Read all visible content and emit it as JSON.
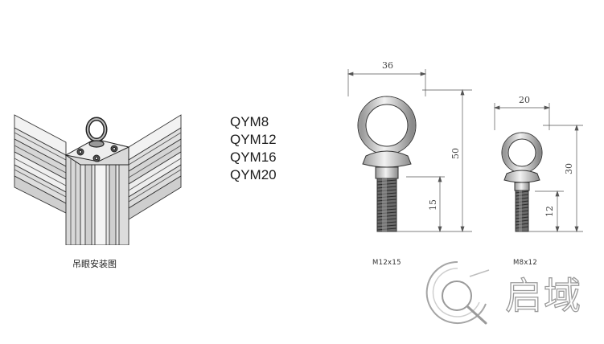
{
  "models": [
    "QYM8",
    "QYM12",
    "QYM16",
    "QYM20"
  ],
  "install_caption": "吊眼安装图",
  "large_bolt": {
    "width_dim": "36",
    "height_dim": "50",
    "thread_dim": "15",
    "spec": "M12x15"
  },
  "small_bolt": {
    "width_dim": "20",
    "height_dim": "30",
    "thread_dim": "12",
    "spec": "M8x12"
  },
  "brand": {
    "name": "启域",
    "logo_letter": "Q"
  }
}
